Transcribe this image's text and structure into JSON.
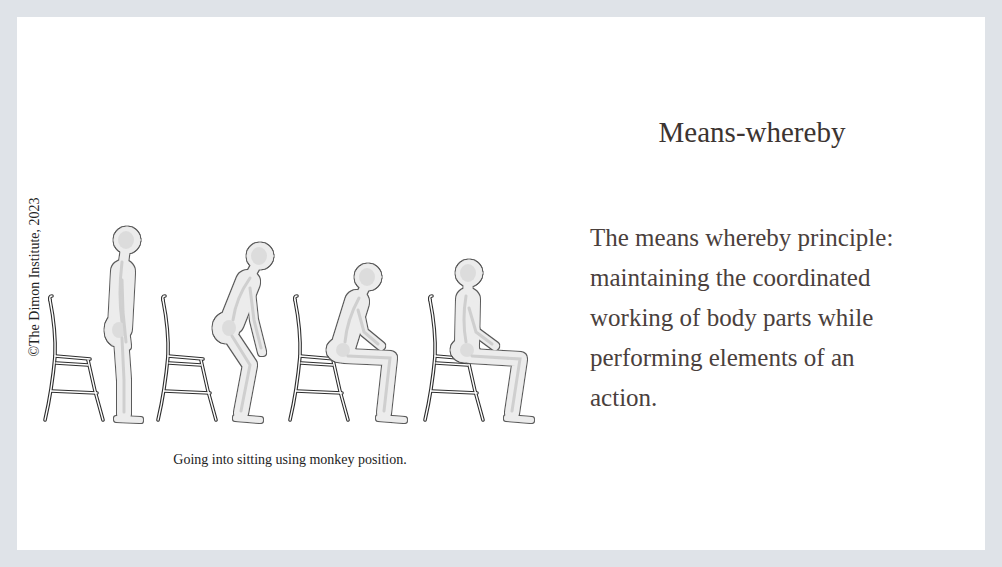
{
  "diagram": {
    "title": "Means-whereby",
    "caption": "Going into sitting using monkey position.",
    "labels": [
      "The means whereby principle: maintaining the coordinated working of body parts while performing elements of an action.",
      "©The Dimon Institute, 2023"
    ]
  }
}
